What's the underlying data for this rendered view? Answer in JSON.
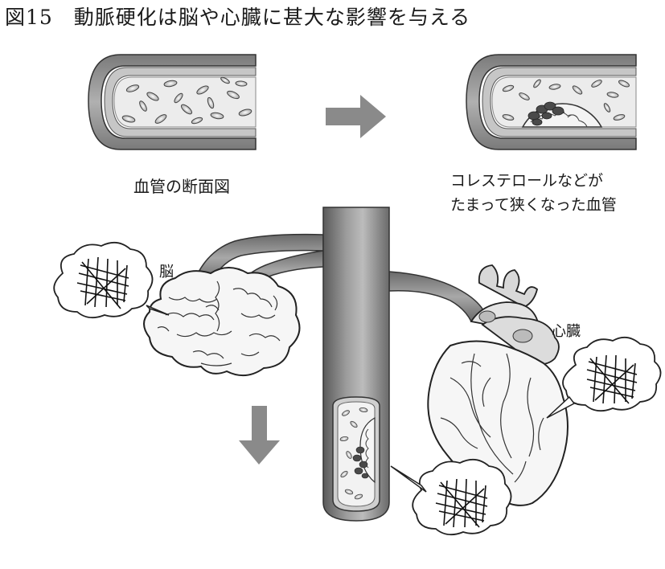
{
  "figure": {
    "title": "図15　動脈硬化は脳や心臓に甚大な影響を与える",
    "labels": {
      "cross_section": "血管の断面図",
      "narrowed_line1": "コレステロールなどが",
      "narrowed_line2": "たまって狭くなった血管",
      "brain": "脳",
      "heart": "心臓"
    }
  },
  "colors": {
    "vessel_wall": "#9a9a9a",
    "vessel_dark": "#6e6e6e",
    "vessel_lumen": "#e6e6e6",
    "arrow": "#8a8a8a",
    "plaque_dark": "#4a4a4a",
    "ink": "#1a1a1a"
  },
  "icons": [
    "vessel-cross-section-icon",
    "narrowed-vessel-icon",
    "right-arrow-icon",
    "down-arrow-icon",
    "brain-icon",
    "heart-icon",
    "pain-bubble-icon"
  ]
}
